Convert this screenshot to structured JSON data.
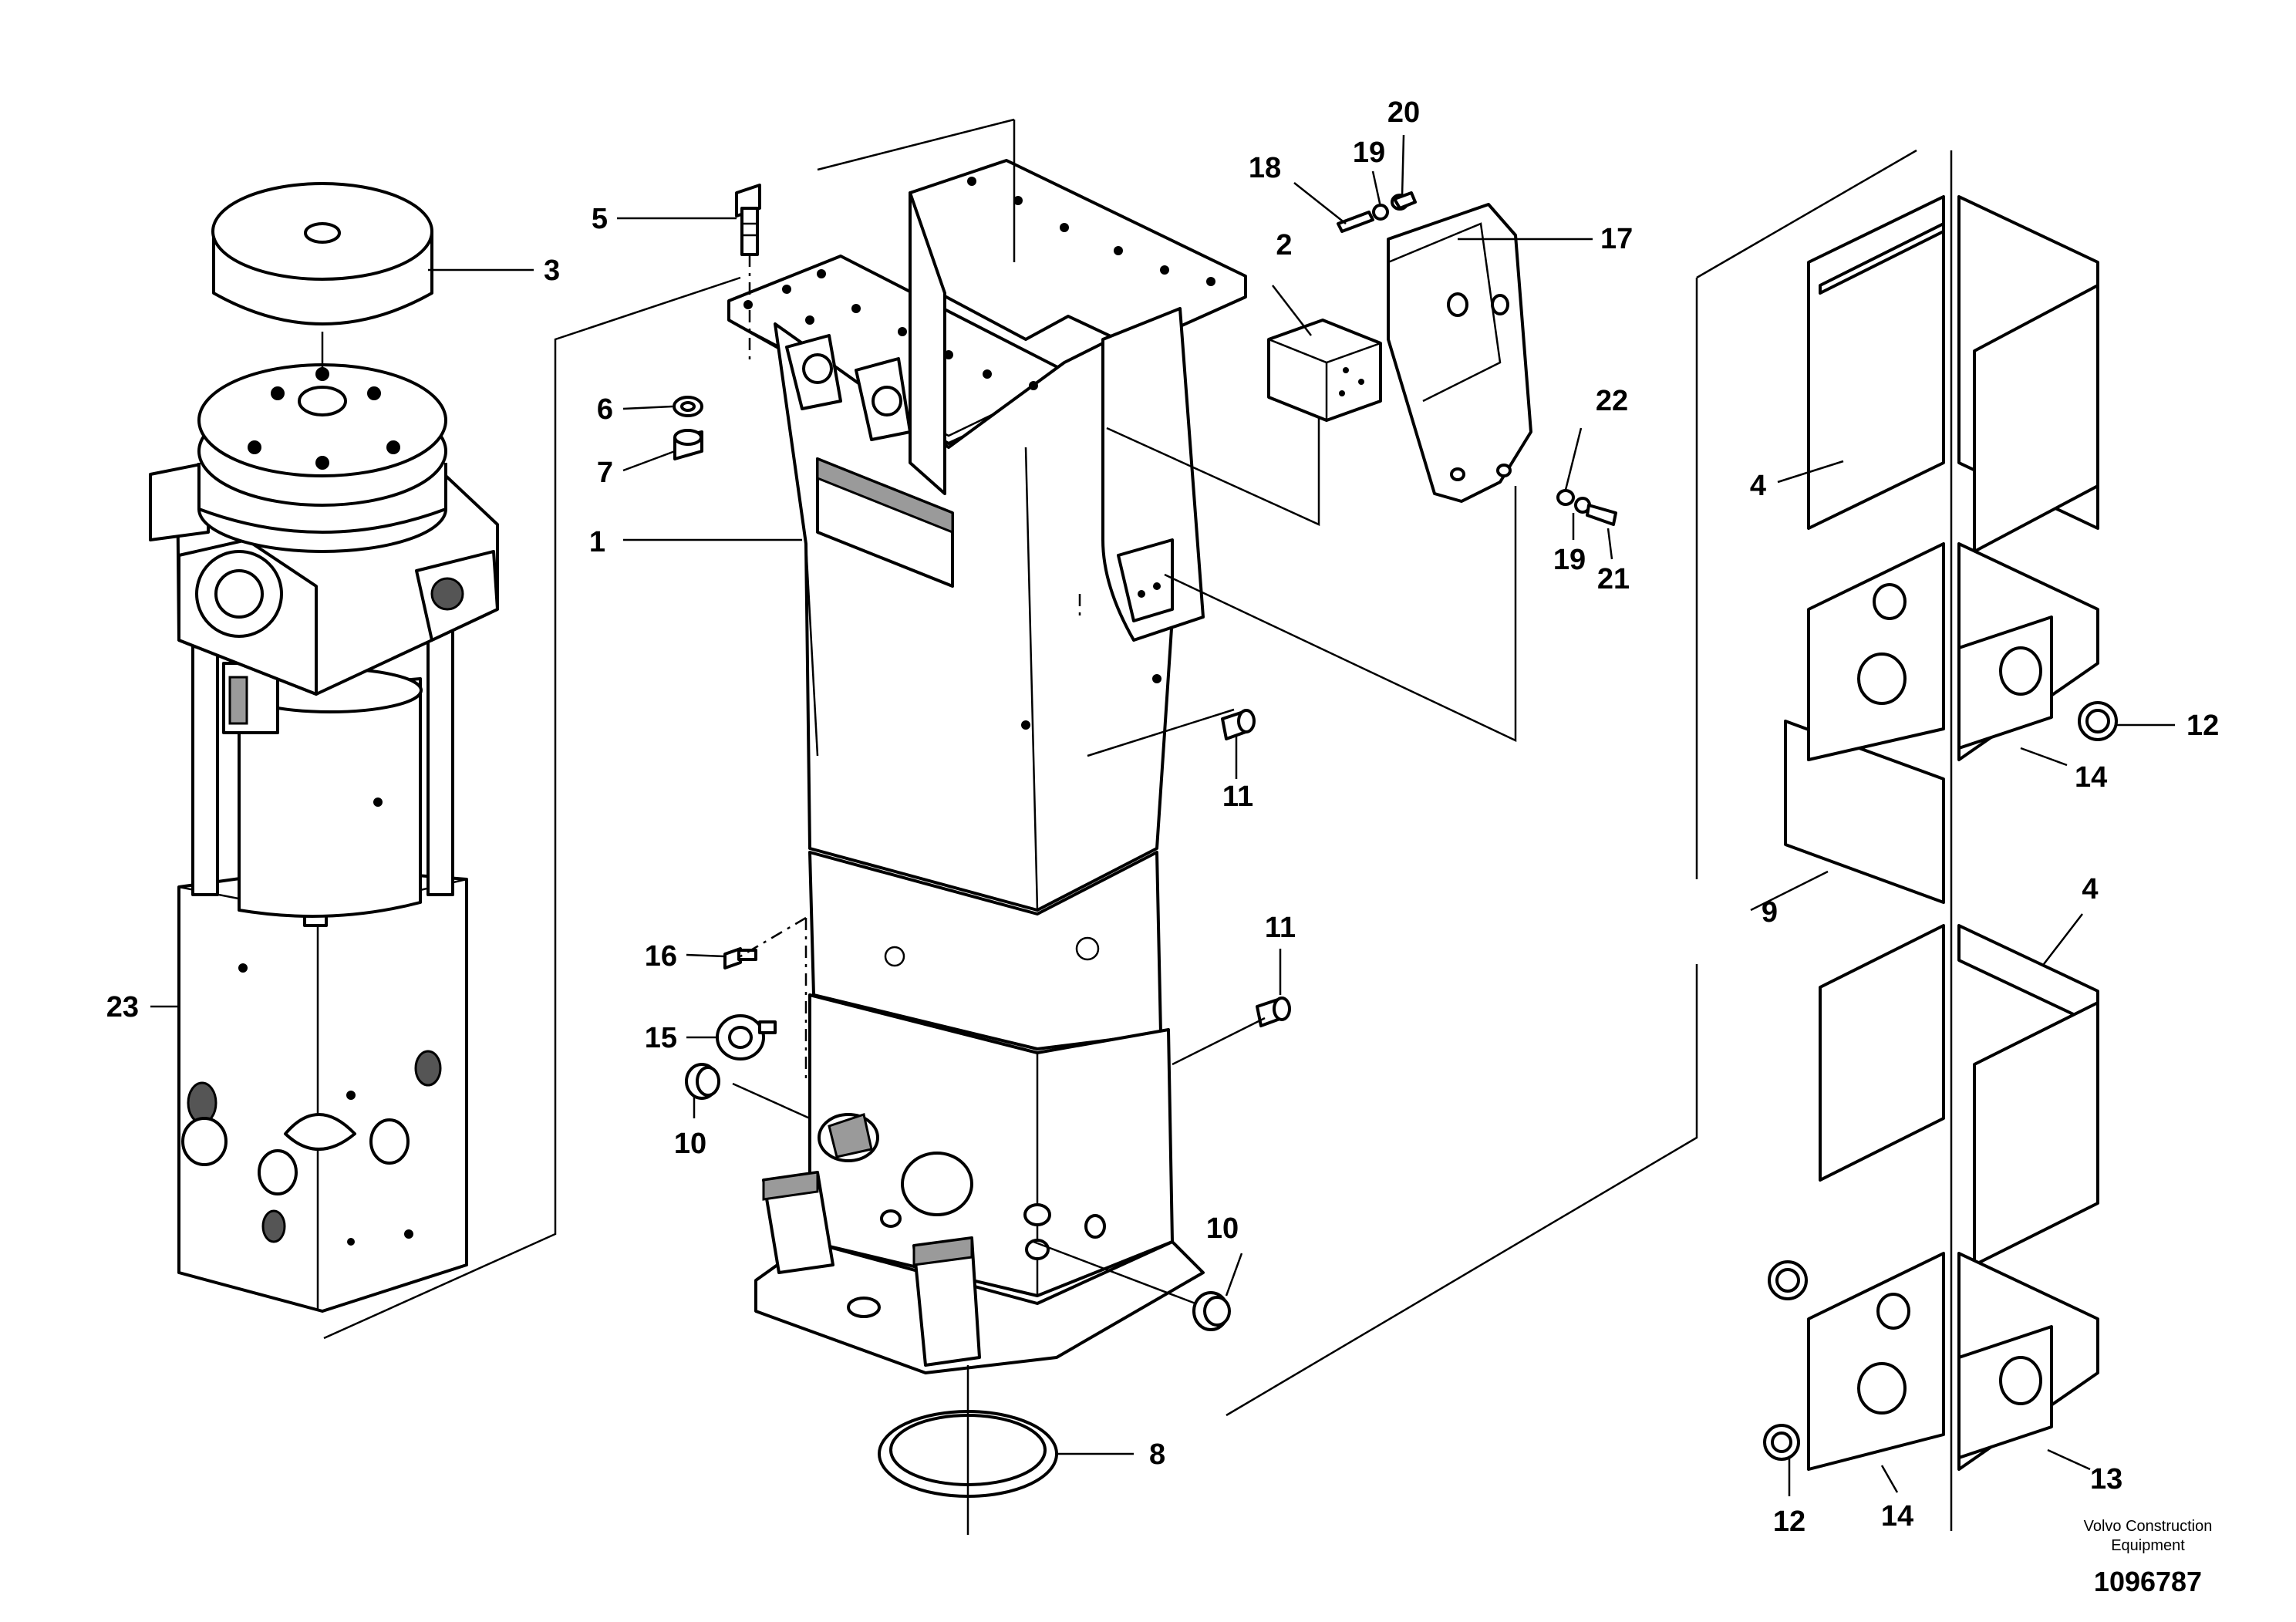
{
  "callouts": {
    "c1": "1",
    "c2": "2",
    "c3": "3",
    "c4a": "4",
    "c4b": "4",
    "c5": "5",
    "c6": "6",
    "c7": "7",
    "c8": "8",
    "c9": "9",
    "c10a": "10",
    "c10b": "10",
    "c11a": "11",
    "c11b": "11",
    "c12a": "12",
    "c12b": "12",
    "c13": "13",
    "c14a": "14",
    "c14b": "14",
    "c15": "15",
    "c16": "16",
    "c17": "17",
    "c18": "18",
    "c19a": "19",
    "c19b": "19",
    "c20": "20",
    "c21": "21",
    "c22": "22",
    "c23": "23"
  },
  "footer": {
    "credit_line1": "Volvo Construction",
    "credit_line2": "Equipment",
    "document_number": "1096787"
  }
}
